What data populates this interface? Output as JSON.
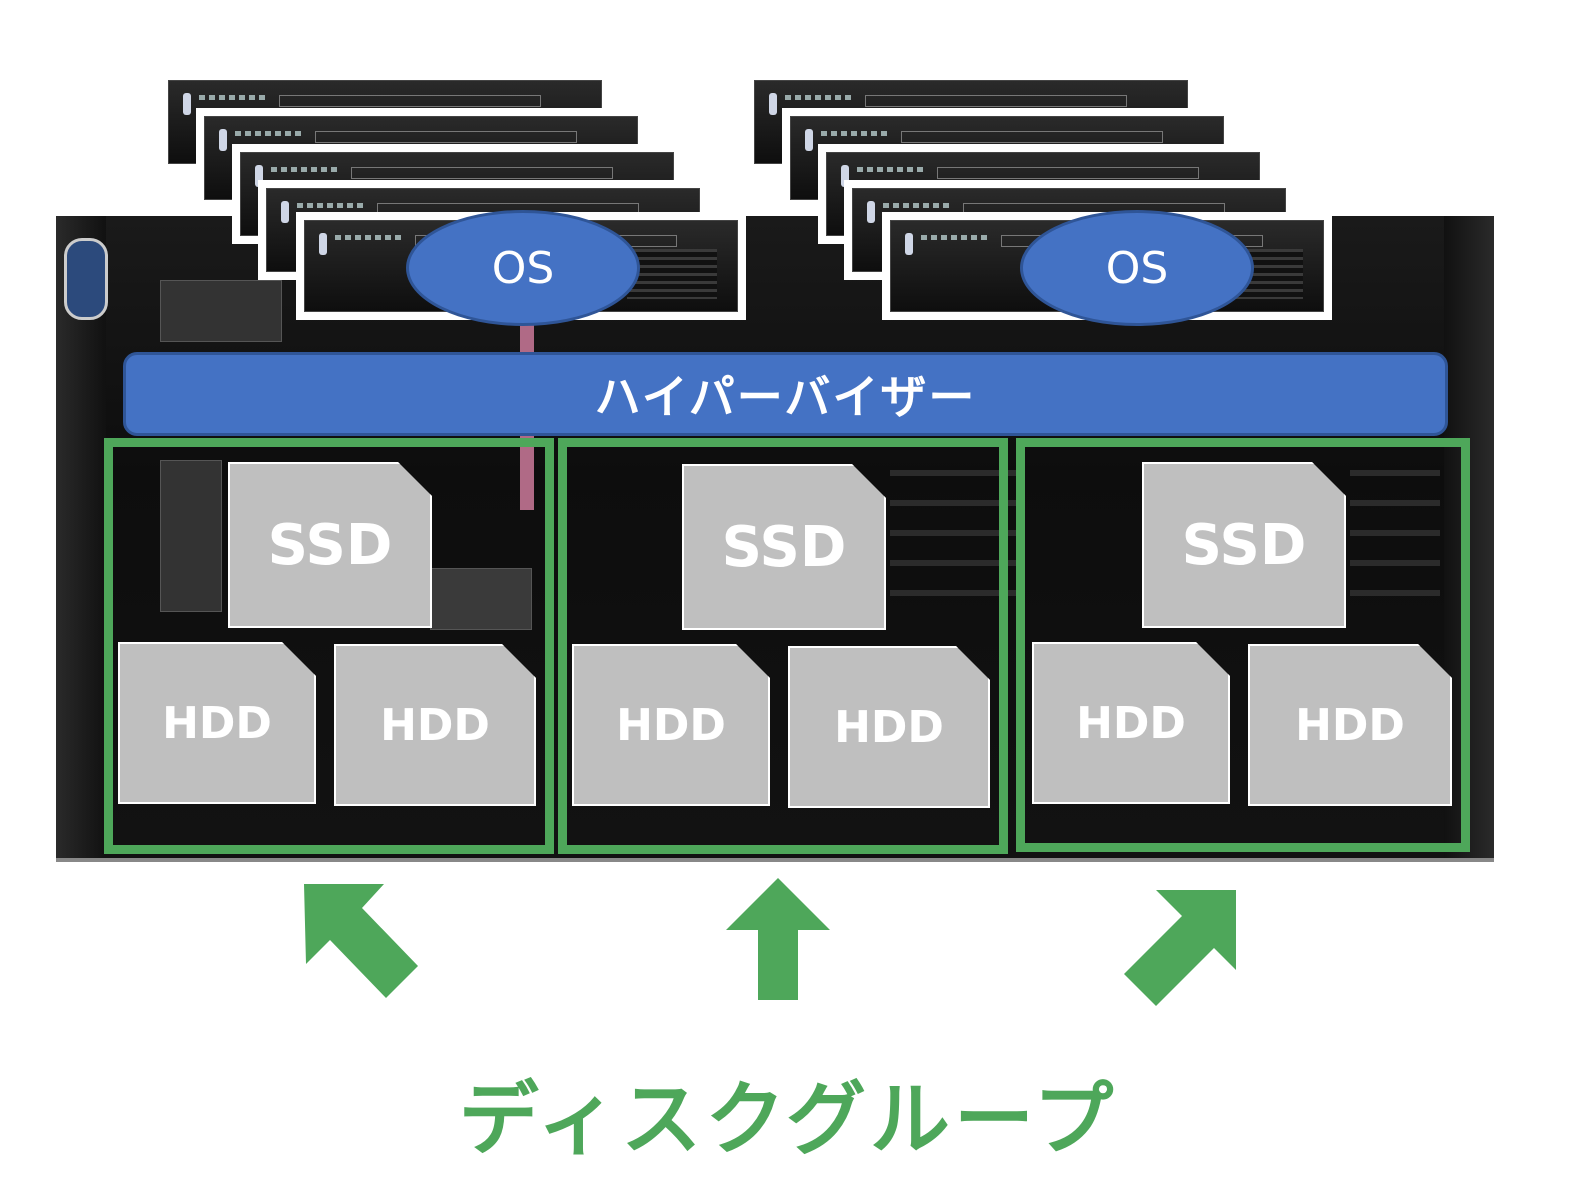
{
  "colors": {
    "accent_blue": "#4472c4",
    "accent_blue_border": "#2f5597",
    "group_green": "#4ea75a",
    "disk_gray": "#bfbfbf"
  },
  "os_labels": [
    "OS",
    "OS"
  ],
  "hypervisor_label": "ハイパーバイザー",
  "disk_groups": [
    {
      "ssd": "SSD",
      "hdd": [
        "HDD",
        "HDD"
      ]
    },
    {
      "ssd": "SSD",
      "hdd": [
        "HDD",
        "HDD"
      ]
    },
    {
      "ssd": "SSD",
      "hdd": [
        "HDD",
        "HDD"
      ]
    }
  ],
  "arrows": [
    "arrow-up-left-icon",
    "arrow-up-icon",
    "arrow-up-right-icon"
  ],
  "caption": "ディスクグループ"
}
